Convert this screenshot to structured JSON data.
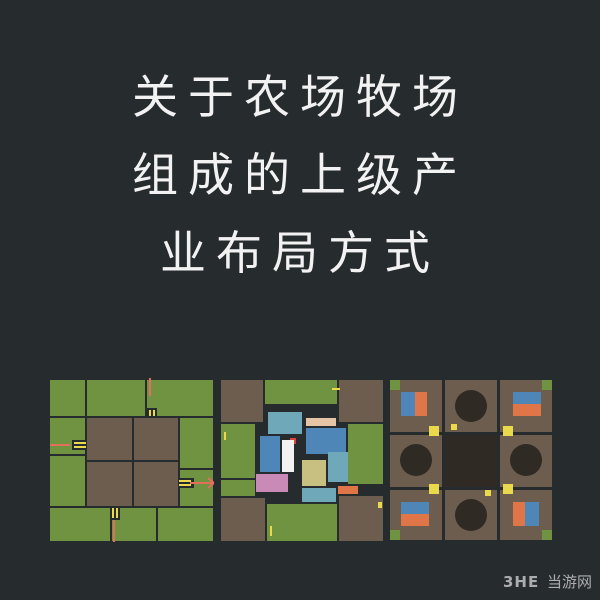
{
  "title": {
    "line1": "关于农场牧场",
    "line2": "组成的上级产",
    "line3": "业布局方式"
  },
  "watermark": {
    "brand": "3HE",
    "site": "当游网"
  },
  "colors": {
    "background": "#262b2e",
    "grass": "#6f9340",
    "soil": "#6d5d4f",
    "arrow": "#e0705a",
    "road_yellow": "#ead94a",
    "dark_hub": "#2f2a24",
    "blue": "#4f86b8",
    "orange": "#e07548",
    "pink": "#c98ab8",
    "teal": "#6fa8b8",
    "khaki": "#c8c080",
    "peach": "#e6c4a6",
    "red": "#e04040",
    "white": "#f2f2f2"
  },
  "panels": [
    {
      "name": "layout-diagram-farm-grid"
    },
    {
      "name": "layout-diagram-mixed-industries"
    },
    {
      "name": "layout-diagram-hub-network"
    }
  ]
}
